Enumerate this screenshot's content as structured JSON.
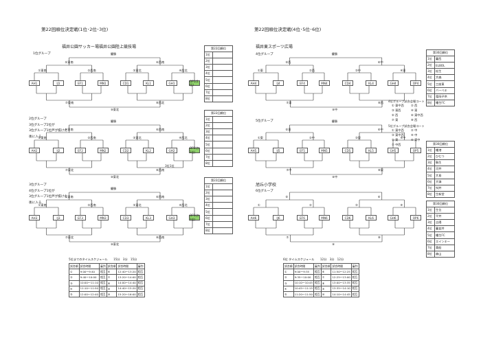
{
  "left": {
    "title": "第22回順位決定戦(1位･2位･3位)",
    "venue": "福井公園サッカー場福井公園陸上競技場",
    "brackets": [
      {
        "label": [
          "1位グループ"
        ],
        "teams": [
          "AH1",
          "IJ1",
          "EF1",
          "MN1",
          "CD1",
          "KL1",
          "GH1",
          "OP1(1位)"
        ],
        "final": "優勝",
        "m": {
          "A": "①東南",
          "B": "②西南",
          "C": "③東北",
          "D": "④西北",
          "E": "⑤東南",
          "F": "⑥西南",
          "G": "⑦東南",
          "H": "⑧西北",
          "I": "⑨東北"
        }
      },
      {
        "label": [
          "2位グループ",
          "3位グループ2位が",
          "3位グループ1位戸が抜けた",
          "後に入る"
        ],
        "teams": [
          "AH2",
          "IJ2",
          "EF2",
          "MN2",
          "CD2",
          "KL2",
          "GH2",
          "OP2(か1位)"
        ],
        "final": "優勝",
        "m": {
          "A": "①東南",
          "B": "②西南",
          "C": "③東北",
          "D": "④西北",
          "E": "⑤東南",
          "F": "⑥西南",
          "G": "⑦東北",
          "H": "⑧西南",
          "I": "⑨東北"
        },
        "note": "3位1位"
      },
      {
        "label": [
          "3位グループ",
          "4位グループ1位が",
          "3位グループ1位戸が抜けた",
          "後に入る"
        ],
        "teams": [
          "AH3",
          "IJ3",
          "EF3",
          "MN3",
          "CD3",
          "KL3",
          "GH3",
          "OP3(か1位)"
        ],
        "final": "優勝",
        "m": {
          "A": "①東南",
          "B": "②西南",
          "C": "③東北",
          "D": "④西北",
          "E": "⑤東南",
          "F": "⑥西南",
          "G": "⑦東北",
          "H": "⑧西南",
          "I": "⑨東北"
        }
      }
    ],
    "ranks": [
      {
        "title": "第22回順位",
        "rows": [
          "1位",
          "2位",
          "3位",
          "4位",
          "5位",
          "6位",
          "7位",
          "8位"
        ]
      },
      {
        "title": "第22回順位",
        "rows": [
          "1位",
          "2位",
          "3位",
          "4位",
          "5位",
          "6位",
          "7位",
          "8位"
        ]
      },
      {
        "title": "第22回順位",
        "rows": [
          "1位",
          "2位",
          "3位",
          "4位",
          "5位",
          "6位",
          "7位",
          "8位"
        ]
      }
    ],
    "schedule": {
      "caption": "5位までのタイムスケジュール　　15分　3分　15分",
      "head": [
        "試合順",
        "試合時間",
        "審判",
        "試合順",
        "試合時間",
        "審判"
      ],
      "rows": [
        [
          "①",
          "9:00～9:40",
          "相互",
          "⑥",
          "12:40～13:20",
          "相互"
        ],
        [
          "②",
          "9:40～10:00",
          "相互",
          "⑦",
          "13:20～14:00",
          "相互"
        ],
        [
          "③",
          "10:00～11:10",
          "相互",
          "⑧",
          "14:00～14:40",
          "相互"
        ],
        [
          "④",
          "11:10～11:50",
          "相互",
          "⑨",
          "14:40～15:20",
          "相互"
        ],
        [
          "⑤",
          "12:00～12:40",
          "相互",
          "⑩",
          "15:20～16:00",
          "相互"
        ]
      ]
    }
  },
  "right": {
    "title": "第22回順位決定戦(4位･5位･6位)",
    "venues": [
      "福井東スポーツ広場",
      "旭丘小学校"
    ],
    "brackets": [
      {
        "label": [
          "4位グループ"
        ],
        "teams": [
          "AH4",
          "IJ4",
          "EF4",
          "MN4",
          "CD4",
          "KL4",
          "GH4",
          "OP4"
        ],
        "final": "優勝",
        "m": {
          "A": "①東",
          "B": "②西",
          "C": "③中",
          "D": "④東",
          "E": "⑤西",
          "F": "⑥中",
          "G": "⑦東",
          "H": "⑧西",
          "I": "⑨中"
        }
      },
      {
        "label": [
          "5位グループ"
        ],
        "teams": [
          "AH5",
          "IJ5",
          "EF5",
          "MN5",
          "CD5",
          "KL5",
          "GH5",
          "OP5"
        ],
        "final": "優勝",
        "m": {
          "A": "①東",
          "B": "②中",
          "C": "③東",
          "D": "④中",
          "E": "⑤東",
          "F": "⑥中",
          "G": "⑦中",
          "H": "⑧東",
          "I": "⑨中"
        }
      },
      {
        "label": [
          "6位グループ"
        ],
        "teams": [
          "AH6",
          "IJ6",
          "EF6",
          "MN6",
          "CD6",
          "KL6",
          "GH6",
          "OP6"
        ],
        "final": "",
        "m": {
          "A": "①",
          "B": "②",
          "C": "③",
          "D": "④",
          "E": "⑤",
          "F": "⑥",
          "G": "⑦",
          "H": "⑧",
          "I": "⑨"
        }
      }
    ],
    "notes": [
      [
        "4位グループ試合会場コート",
        "① 東中西",
        "② 西",
        "③ 東西",
        "④ 東",
        "⑤ 西",
        "⑥ 東中西",
        "⑦ 東",
        "⑧ 西"
      ],
      [
        "5位グループ試合会場コート",
        "① 東中西",
        "② 中",
        "③ 東中西",
        "④ 中",
        "⑤ 東",
        "⑥ 東中",
        "⑦ 中西"
      ]
    ],
    "ranks": [
      {
        "title": "第30回順位",
        "rows": [
          [
            "1位",
            "蔓西"
          ],
          [
            "2位",
            "ELBOL"
          ],
          [
            "3位",
            "松生"
          ],
          [
            "4位",
            "大森"
          ],
          [
            "5位",
            "三座東"
          ],
          [
            "6位",
            "バーベキ"
          ],
          [
            "7位",
            "竜岡子供"
          ],
          [
            "8位",
            "幡生FC"
          ]
        ]
      },
      {
        "title": "第30回順位",
        "rows": [
          [
            "1位",
            "幡港"
          ],
          [
            "2位",
            "ひむつ"
          ],
          [
            "3位",
            "駒生"
          ],
          [
            "4位",
            "河井"
          ],
          [
            "5位",
            "大島"
          ],
          [
            "6位",
            "大嶺"
          ],
          [
            "7位",
            "舛井"
          ],
          [
            "8位",
            "生新堂"
          ]
        ]
      },
      {
        "title": "第30回順位",
        "rows": [
          [
            "1位",
            "生位"
          ],
          [
            "2位",
            "平井"
          ],
          [
            "3位",
            "吉陽"
          ],
          [
            "4位",
            "蔓並井"
          ],
          [
            "5位",
            "幡生FC"
          ],
          [
            "6位",
            "エインキー"
          ],
          [
            "7位",
            "貴船"
          ],
          [
            "8位",
            "森山"
          ]
        ]
      }
    ],
    "schedule": {
      "caption": "6位 タイムスケジュール　　12分　3分　12分",
      "head": [
        "試合順",
        "試合時間",
        "審判",
        "試合順",
        "試合時間",
        "審判"
      ],
      "rows": [
        [
          "①",
          "9:00～9:35",
          "相互",
          "⑥",
          "11:50～12:25",
          "相互"
        ],
        [
          "②",
          "9:35～10:00",
          "相互",
          "⑦",
          "12:25～13:00",
          "相互"
        ],
        [
          "③",
          "10:10～10:45",
          "相互",
          "⑧",
          "13:00～13:35",
          "相互"
        ],
        [
          "④",
          "10:45～11:15",
          "相互",
          "⑨",
          "13:35～14:10",
          "相互"
        ],
        [
          "⑤",
          "11:20～11:50",
          "相互",
          "⑩",
          "14:10～14:45",
          "相互"
        ]
      ]
    }
  }
}
